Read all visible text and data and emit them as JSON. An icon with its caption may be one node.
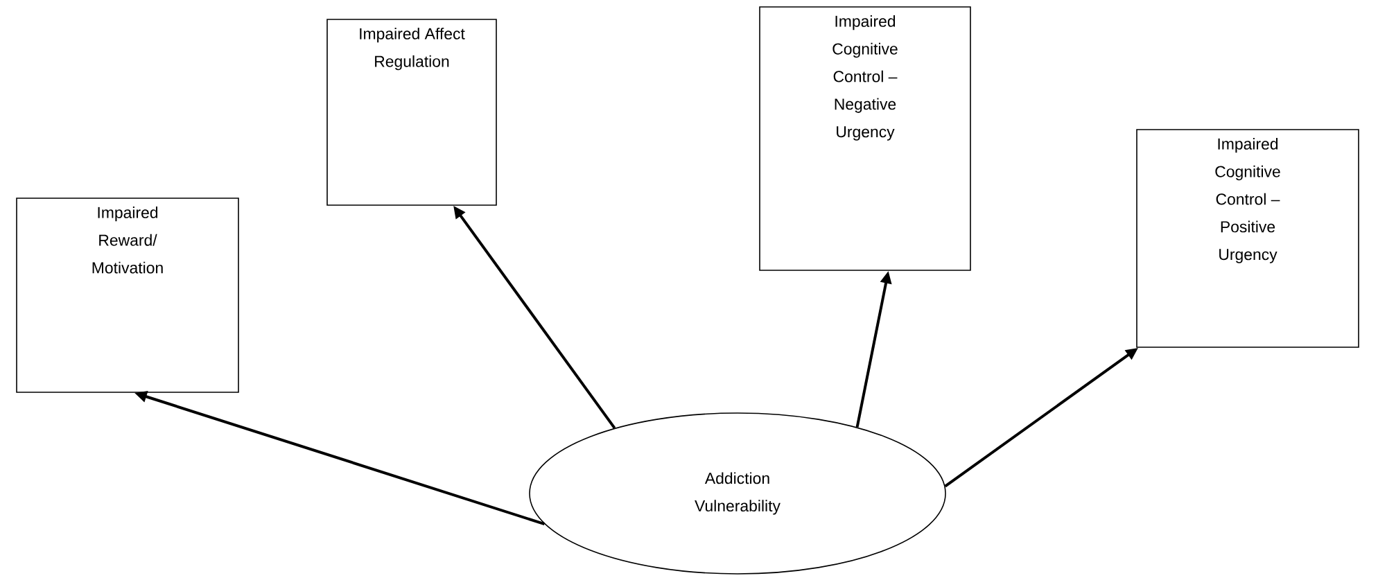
{
  "diagram": {
    "nodes": [
      {
        "text": [
          "Impaired Reward/ Motivation"
        ]
      },
      {
        "text": [
          "Impaired Affect Regulation"
        ]
      },
      {
        "text": [
          "Impaired Cognitive Control – Negative Urgency"
        ]
      },
      {
        "text": [
          "Impaired Cognitive Control – Positive Urgency"
        ]
      },
      {
        "text": [
          "Addiction Vulnerability"
        ]
      }
    ],
    "edges": [
      {
        "from": 4,
        "to": 0,
        "arrow": "to"
      },
      {
        "from": 4,
        "to": 1,
        "arrow": "to"
      },
      {
        "from": 4,
        "to": 2,
        "arrow": "to"
      },
      {
        "from": 4,
        "to": 3,
        "arrow": "to"
      }
    ]
  }
}
